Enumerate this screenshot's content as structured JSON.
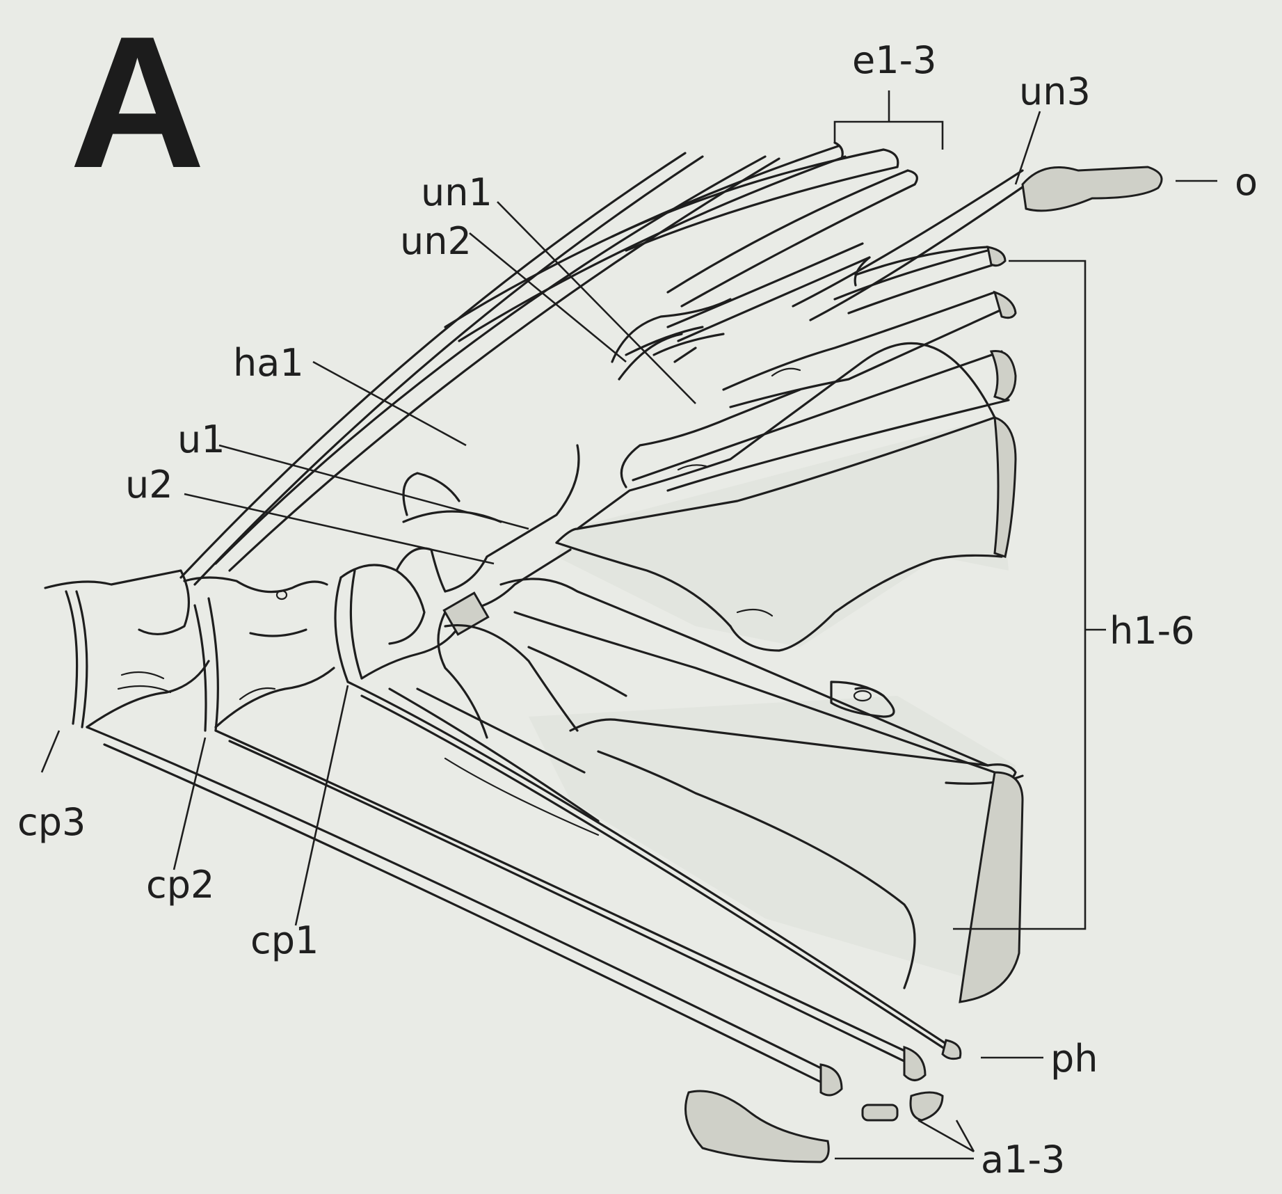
{
  "panel": "A",
  "labels": {
    "e": "e1-3",
    "un3": "un3",
    "o": "o",
    "un1": "un1",
    "un2": "un2",
    "ha1": "ha1",
    "u1": "u1",
    "u2": "u2",
    "h": "h1-6",
    "cp3": "cp3",
    "cp2": "cp2",
    "cp1": "cp1",
    "ph": "ph",
    "a": "a1-3"
  },
  "colors": {
    "background": "#e9ebe6",
    "ink": "#1e1e1e",
    "cartilage": "#cfd0c8"
  }
}
